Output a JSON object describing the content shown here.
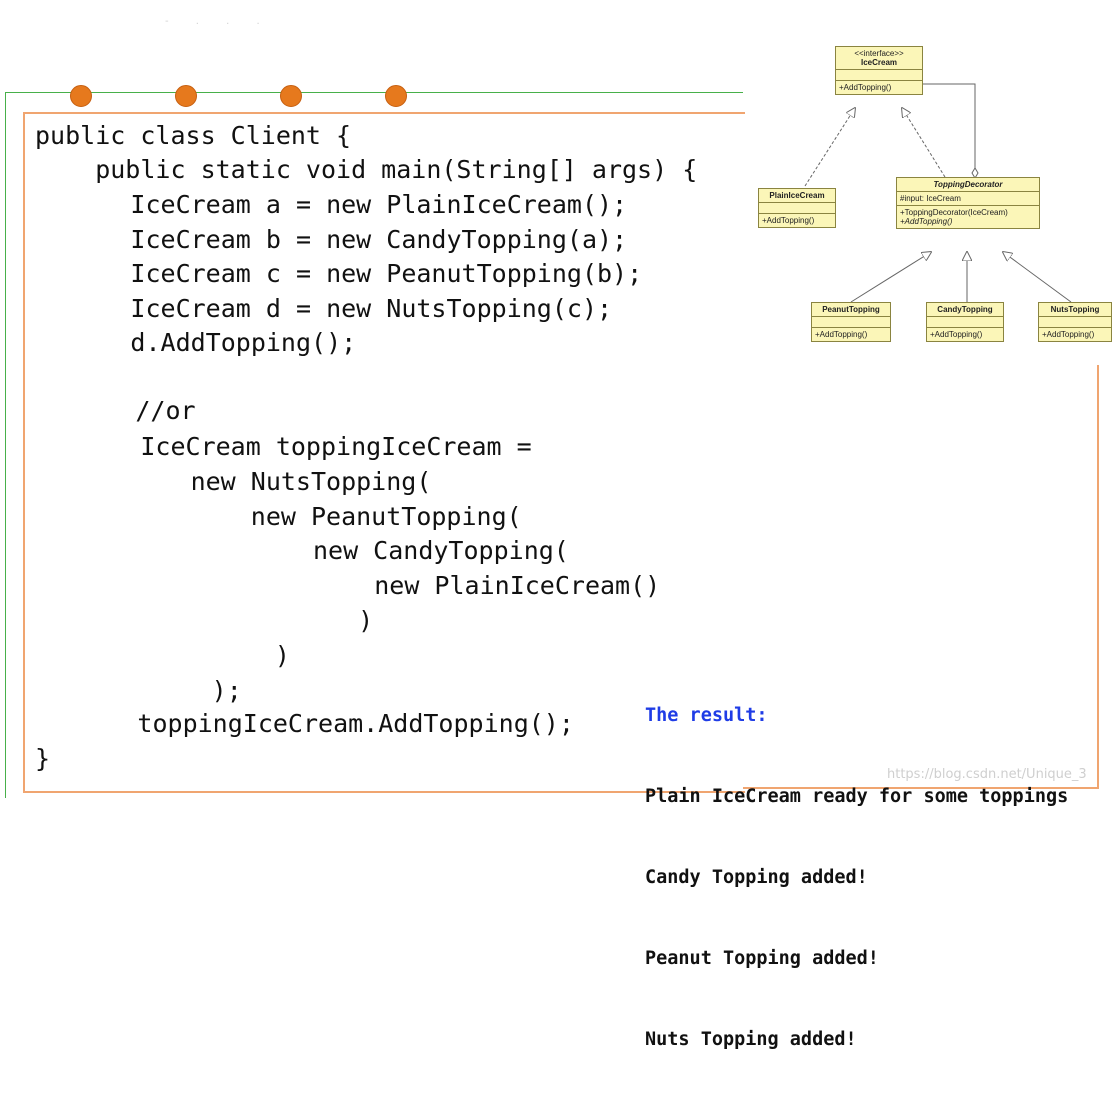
{
  "faint_marks": "- . . .",
  "code_lines": [
    "public class Client {",
    "    public static void main(String[] args) {",
    "        IceCream a = new PlainIceCream();",
    "        IceCream b = new CandyTopping(a);",
    "        IceCream c = new PeanutTopping(b);",
    "        IceCream d = new NutsTopping(c);",
    "        d.AddTopping();",
    "",
    "       //or",
    "       IceCream toppingIceCream =",
    "           new NutsTopping(",
    "               new PeanutTopping(",
    "                   new CandyTopping(",
    "                        new PlainIceCream()",
    "                       )",
    "                 )",
    "             );",
    "        toppingIceCream.AddTopping();",
    "}"
  ],
  "result": {
    "title": "The result:",
    "lines": [
      "Plain IceCream ready for some toppings",
      "Candy Topping added!",
      "Peanut Topping added!",
      "Nuts Topping added!"
    ]
  },
  "watermark": "https://blog.csdn.net/Unique_3",
  "uml": {
    "icecream": {
      "stereotype": "<<interface>>",
      "name": "IceCream",
      "ops": [
        "+AddTopping()"
      ]
    },
    "plain": {
      "name": "PlainIceCream",
      "ops": [
        "+AddTopping()"
      ]
    },
    "decorator": {
      "name": "ToppingDecorator",
      "fields": [
        "#input: IceCream"
      ],
      "ops": [
        "+ToppingDecorator(IceCream)",
        "+AddTopping()"
      ]
    },
    "peanut": {
      "name": "PeanutTopping",
      "ops": [
        "+AddTopping()"
      ]
    },
    "candy": {
      "name": "CandyTopping",
      "ops": [
        "+AddTopping()"
      ]
    },
    "nuts": {
      "name": "NutsTopping",
      "ops": [
        "+AddTopping()"
      ]
    }
  },
  "colors": {
    "accent_orange": "#e6791d",
    "frame_green": "#48b04a",
    "result_title": "#1f3ce6"
  }
}
